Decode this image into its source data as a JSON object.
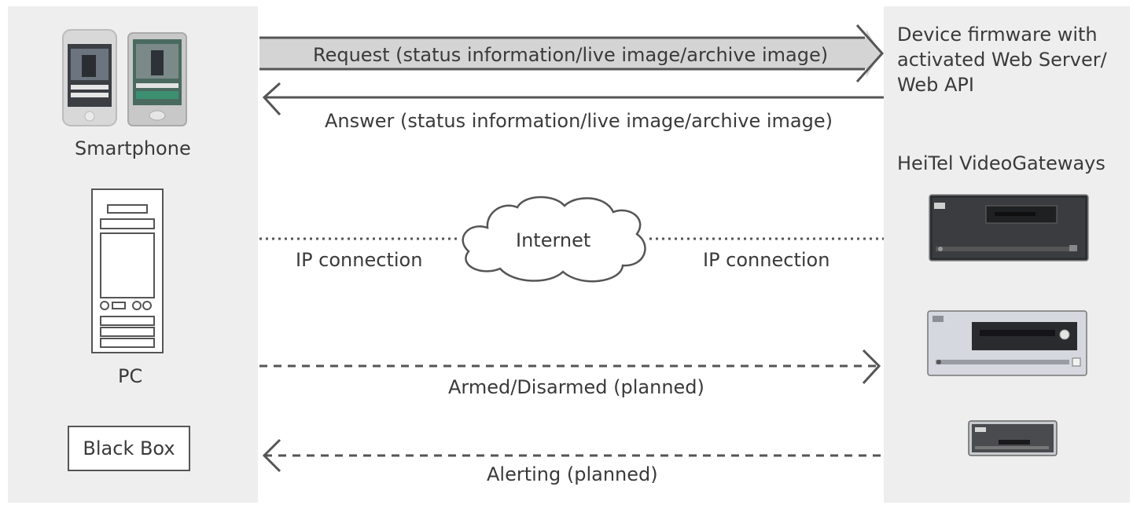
{
  "left": {
    "smartphone_label": "Smartphone",
    "pc_label": "PC",
    "blackbox_label": "Black Box"
  },
  "right": {
    "device_line1": "Device firmware with",
    "device_line2": "activated Web Server/",
    "device_line3": "Web API",
    "gateways_label": "HeiTel VideoGateways"
  },
  "arrows": {
    "request": "Request (status information/live image/archive image)",
    "answer": "Answer (status information/live image/archive image)",
    "armed": "Armed/Disarmed (planned)",
    "alerting": "Alerting (planned)"
  },
  "network": {
    "cloud_label": "Internet",
    "left_conn": "IP connection",
    "right_conn": "IP connection"
  },
  "colors": {
    "panel": "#eeeeee",
    "arrow_stroke": "#555555",
    "request_fill": "#d4d4d4"
  }
}
